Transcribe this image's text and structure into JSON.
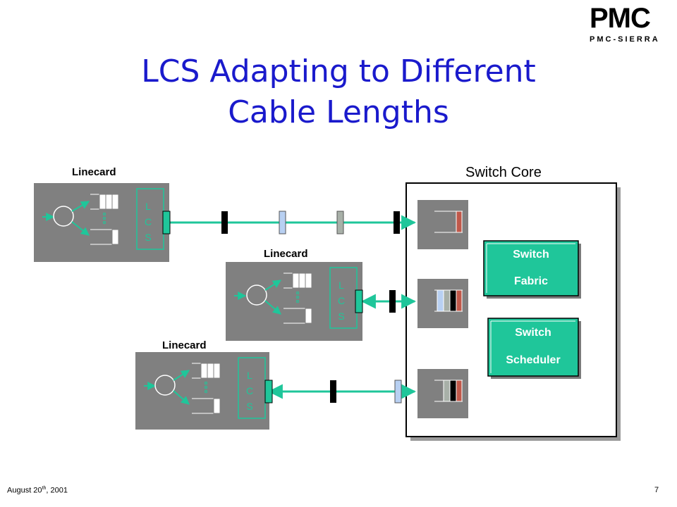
{
  "logo": {
    "main": "PMC",
    "sub": "PMC-SIERRA"
  },
  "title": {
    "line1": "LCS Adapting to Different",
    "line2": "Cable Lengths"
  },
  "linecards": [
    {
      "label": "Linecard",
      "lcs": [
        "L",
        "C",
        "S"
      ]
    },
    {
      "label": "Linecard",
      "lcs": [
        "L",
        "C",
        "S"
      ]
    },
    {
      "label": "Linecard",
      "lcs": [
        "L",
        "C",
        "S"
      ]
    }
  ],
  "switch_core": {
    "label": "Switch Core",
    "fabric": {
      "line1": "Switch",
      "line2": "Fabric"
    },
    "scheduler": {
      "line1": "Switch",
      "line2": "Scheduler"
    }
  },
  "colors": {
    "title": "#1a1acc",
    "card_gray": "#808080",
    "teal": "#1fc69a",
    "cell_black": "#000000",
    "cell_blue": "#b8d0f2",
    "cell_gray": "#a8b0a8",
    "cell_red": "#c0584a"
  },
  "footer": {
    "date_main": "August 20",
    "date_sup": "th",
    "date_year": ", 2001",
    "page": "7"
  }
}
